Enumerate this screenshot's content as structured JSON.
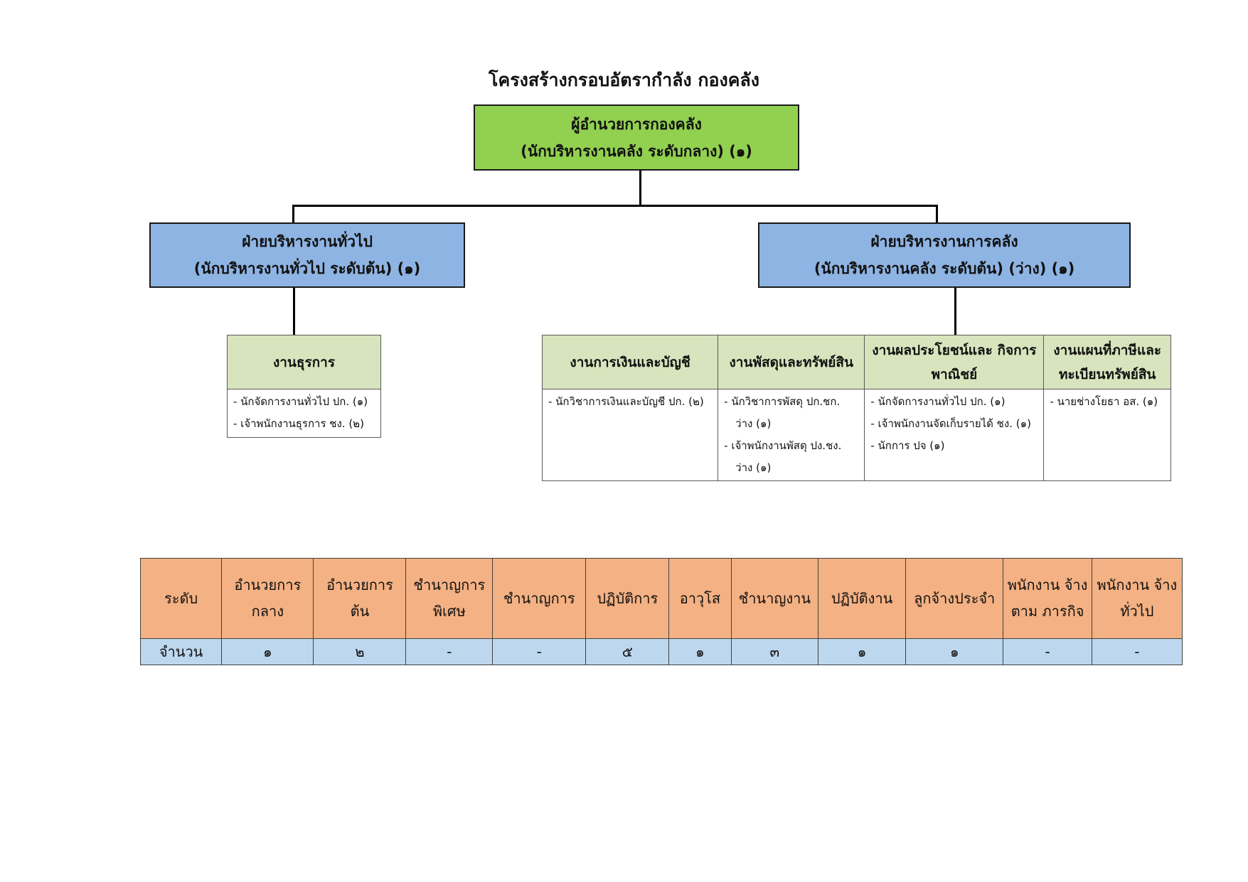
{
  "title": "โครงสร้างกรอบอัตรากำลัง กองคลัง",
  "director": {
    "name": "ผู้อำนวยการกองคลัง",
    "position": "(นักบริหารงานคลัง ระดับกลาง) (๑)"
  },
  "divisions": [
    {
      "name": "ฝ่ายบริหารงานทั่วไป",
      "position": "(นักบริหารงานทั่วไป ระดับต้น) (๑)",
      "units": [
        {
          "name": "งานธุรการ",
          "staff": [
            "- นักจัดการงานทั่วไป ปก. (๑)",
            "- เจ้าพนักงานธุรการ ชง. (๒)"
          ]
        }
      ]
    },
    {
      "name": "ฝ่ายบริหารงานการคลัง",
      "position": "(นักบริหารงานคลัง ระดับต้น) (ว่าง) (๑)",
      "units": [
        {
          "name": "งานการเงินและบัญชี",
          "staff": [
            "- นักวิชาการเงินและบัญชี ปก. (๒)"
          ]
        },
        {
          "name": "งานพัสดุและทรัพย์สิน",
          "staff": [
            "- นักวิชาการพัสดุ ปก.ชก. ว่าง (๑)",
            "- เจ้าพนักงานพัสดุ ปง.ชง. ว่าง (๑)"
          ]
        },
        {
          "name": "งานผลประโยชน์และ กิจการพาณิชย์",
          "staff": [
            "- นักจัดการงานทั่วไป ปก. (๑)",
            "- เจ้าพนักงานจัดเก็บรายได้ ชง. (๑)",
            "- นักการ ปจ (๑)"
          ]
        },
        {
          "name": "งานแผนที่ภาษีและ ทะเบียนทรัพย์สิน",
          "staff": [
            "- นายช่างโยธา อส. (๑)"
          ]
        }
      ]
    }
  ],
  "levels_table": {
    "header_label": "ระดับ",
    "count_label": "จำนวน",
    "levels": [
      "อำนวยการ กลาง",
      "อำนวยการ ต้น",
      "ชำนาญการ พิเศษ",
      "ชำนาญการ",
      "ปฏิบัติการ",
      "อาวุโส",
      "ชำนาญงาน",
      "ปฏิบัติงาน",
      "ลูกจ้างประจำ",
      "พนักงาน จ้างตาม ภารกิจ",
      "พนักงาน จ้างทั่วไป"
    ],
    "counts": [
      "๑",
      "๒",
      "-",
      "-",
      "๕",
      "๑",
      "๓",
      "๑",
      "๑",
      "-",
      "-"
    ]
  }
}
